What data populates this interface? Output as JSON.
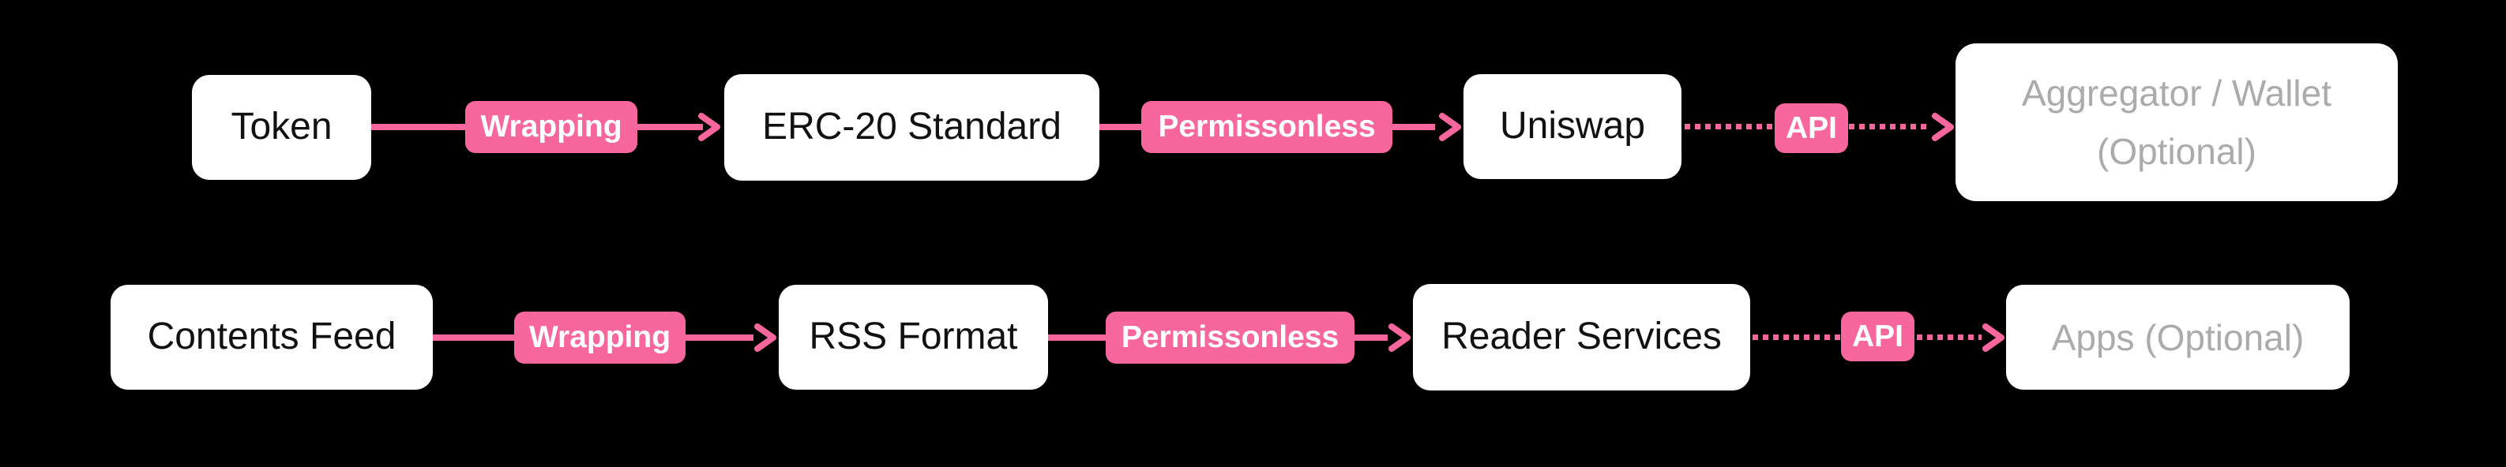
{
  "colors": {
    "background": "#000000",
    "accent": "#F7679D",
    "node_bg": "#FFFFFF",
    "node_text": "#111111",
    "optional_text": "#ABABAB",
    "label_text": "#FFFFFF"
  },
  "rows": [
    {
      "source": "Token",
      "wrapping": "Wrapping",
      "standard": "ERC-20 Standard",
      "permissionless": "Permissonless",
      "service": "Uniswap",
      "api": "API",
      "optional_line1": "Aggregator / Wallet",
      "optional_line2": "(Optional)"
    },
    {
      "source": "Contents Feed",
      "wrapping": "Wrapping",
      "standard": "RSS Format",
      "permissionless": "Permissonless",
      "service": "Reader Services",
      "api": "API",
      "optional_line1": "Apps (Optional)",
      "optional_line2": ""
    }
  ]
}
